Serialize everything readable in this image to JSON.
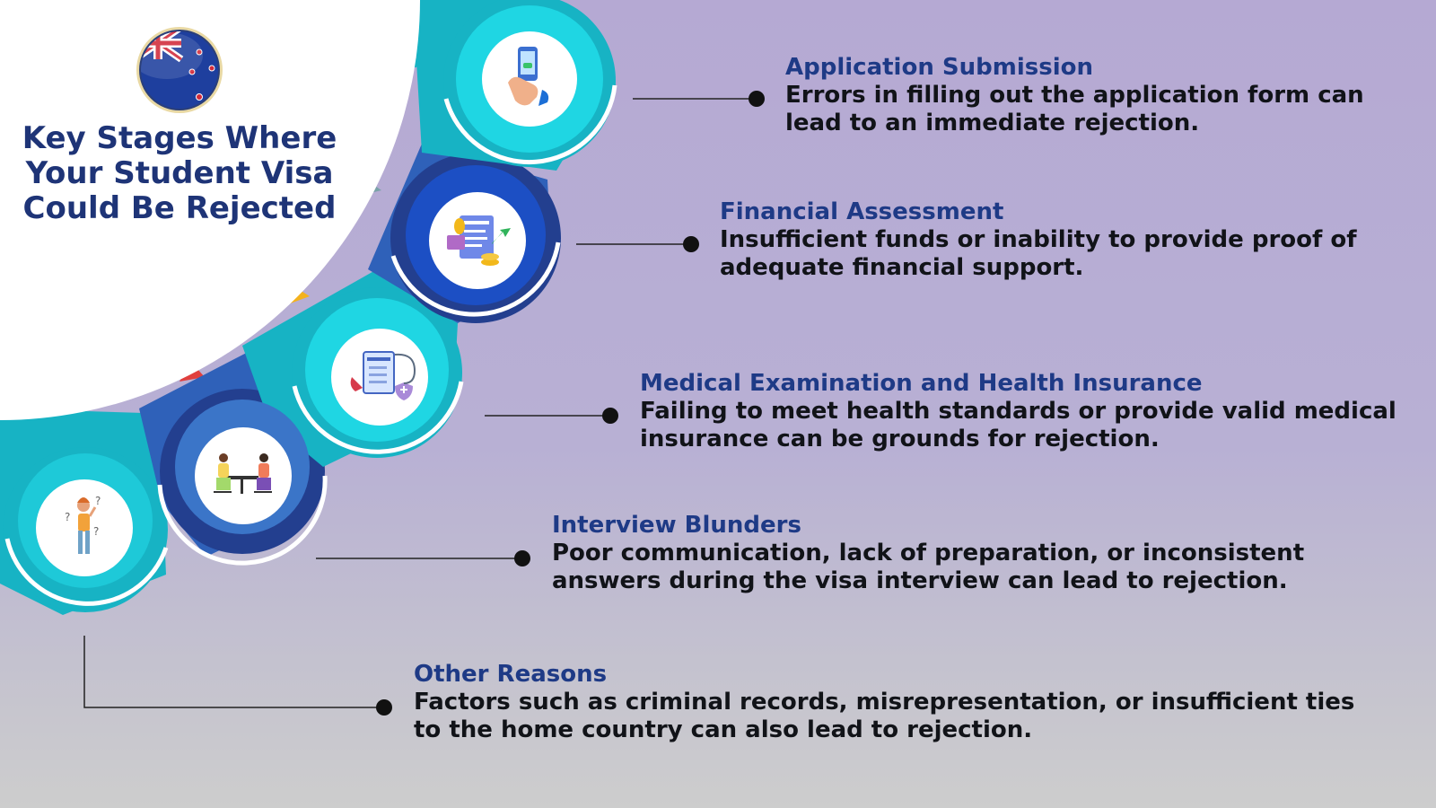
{
  "title": {
    "line1": "Key Stages Where",
    "line2": "Your Student Visa",
    "line3": "Could Be Rejected"
  },
  "stages": [
    {
      "title": "Application Submission",
      "desc_line1": "Errors in filling out the application form can",
      "desc_line2": "lead to an immediate rejection.",
      "icon": "phone-tap-icon"
    },
    {
      "title": "Financial Assessment",
      "desc_line1": "Insufficient funds or inability to provide proof of",
      "desc_line2": "adequate financial support.",
      "icon": "finance-document-icon"
    },
    {
      "title": "Medical Examination and Health Insurance",
      "desc_line1": "Failing to meet health standards or provide valid medical",
      "desc_line2": "insurance can be grounds for rejection.",
      "icon": "medical-insurance-icon"
    },
    {
      "title": "Interview Blunders",
      "desc_line1": "Poor communication, lack of preparation, or inconsistent",
      "desc_line2": "answers during the visa interview can lead to rejection.",
      "icon": "interview-icon"
    },
    {
      "title": "Other Reasons",
      "desc_line1": "Factors such as criminal records, misrepresentation, or insufficient ties",
      "desc_line2": "to the home country can also lead to rejection.",
      "icon": "confused-person-icon"
    }
  ],
  "flag_icon": "new-zealand-flag-icon",
  "colors": {
    "teal": "#17b3c4",
    "cyan": "#1fd6e3",
    "navy": "#233f8f",
    "blue": "#2f61b9",
    "title": "#1e3477",
    "heading": "#1e3a86"
  }
}
